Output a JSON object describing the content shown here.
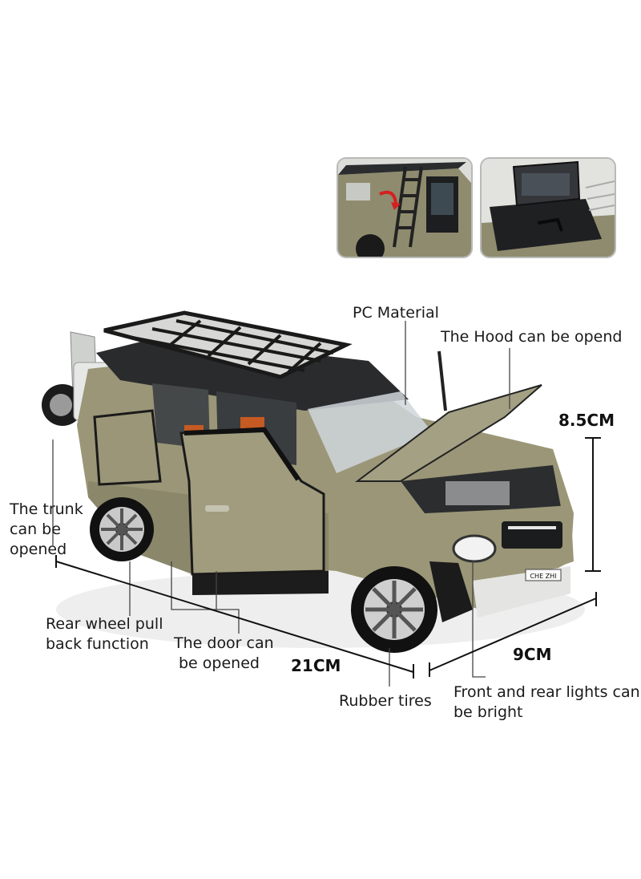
{
  "callouts": {
    "pc_material": "PC Material",
    "hood": "The Hood can be opend",
    "trunk": [
      "The trunk",
      "can be",
      "opened"
    ],
    "rear_wheel": [
      "Rear wheel pull",
      "back function"
    ],
    "door": [
      "The door can",
      "be opened"
    ],
    "tires": "Rubber tires",
    "lights": [
      "Front and rear lights can",
      "be bright"
    ]
  },
  "dimensions": {
    "height": "8.5CM",
    "length": "21CM",
    "width": "9CM"
  },
  "vehicle": {
    "plate": "CHE ZHI",
    "body_color": "#9a9677",
    "roof_color": "#2a2b2d"
  }
}
